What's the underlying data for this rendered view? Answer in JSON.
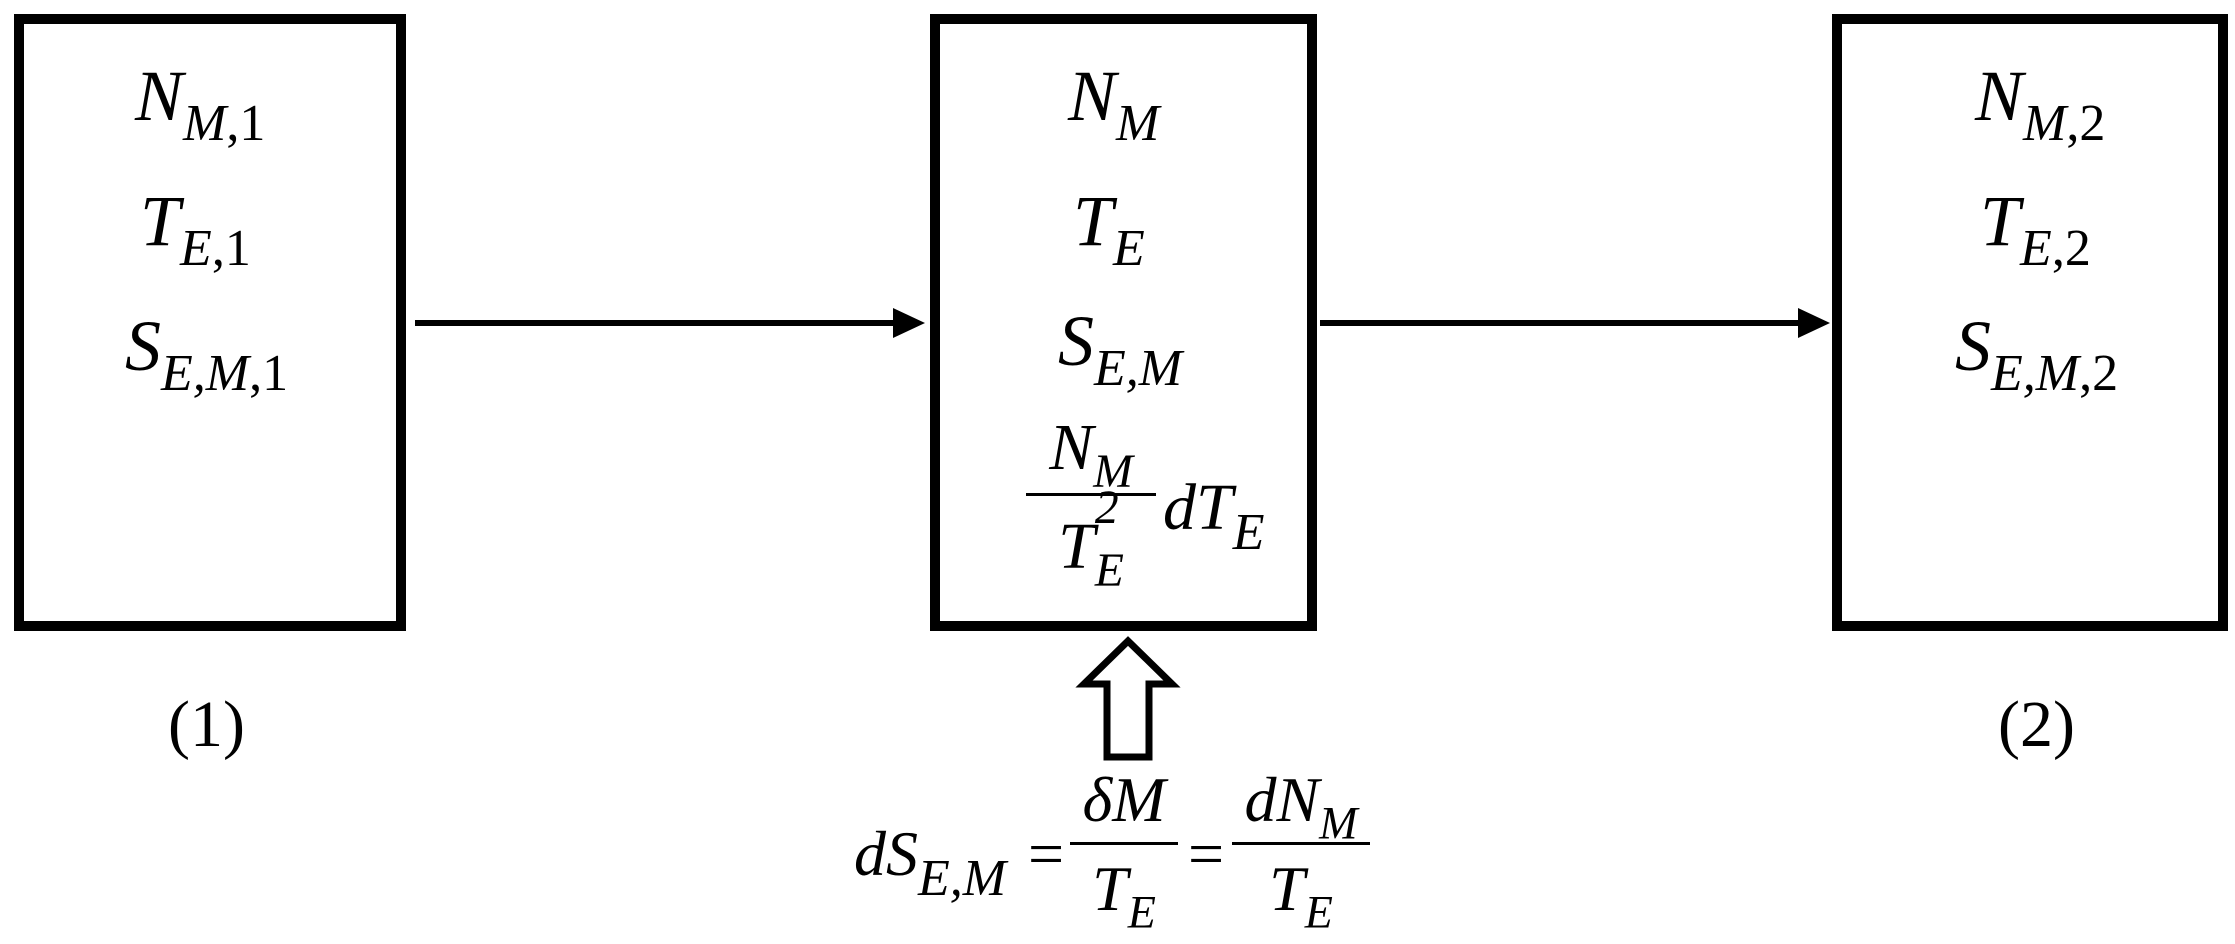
{
  "states": [
    {
      "label": "(1)",
      "vars": [
        {
          "base": "N",
          "sub": "M",
          "sub_tail": ",1"
        },
        {
          "base": "T",
          "sub": "E",
          "sub_tail": ",1"
        },
        {
          "base": "S",
          "sub": "E,M",
          "sub_tail": ",1"
        }
      ]
    },
    {
      "label": "",
      "vars": [
        {
          "base": "N",
          "sub": "M",
          "sub_tail": ""
        },
        {
          "base": "T",
          "sub": "E",
          "sub_tail": ""
        },
        {
          "base": "S",
          "sub": "E,M",
          "sub_tail": ""
        }
      ],
      "fraction": {
        "num_base": "N",
        "num_sub": "M",
        "den_base": "T",
        "den_sub": "E",
        "den_sup": "2",
        "tail_base": "dT",
        "tail_sub": "E"
      }
    },
    {
      "label": "(2)",
      "vars": [
        {
          "base": "N",
          "sub": "M",
          "sub_tail": ",2"
        },
        {
          "base": "T",
          "sub": "E",
          "sub_tail": ",2"
        },
        {
          "base": "S",
          "sub": "E,M",
          "sub_tail": ",2"
        }
      ]
    }
  ],
  "equation": {
    "lhs_base": "dS",
    "lhs_sub": "E,M",
    "eq": "=",
    "f1_num": "δM",
    "f1_den_base": "T",
    "f1_den_sub": "E",
    "f2_num_base": "dN",
    "f2_num_sub": "M",
    "f2_den_base": "T",
    "f2_den_sub": "E"
  }
}
